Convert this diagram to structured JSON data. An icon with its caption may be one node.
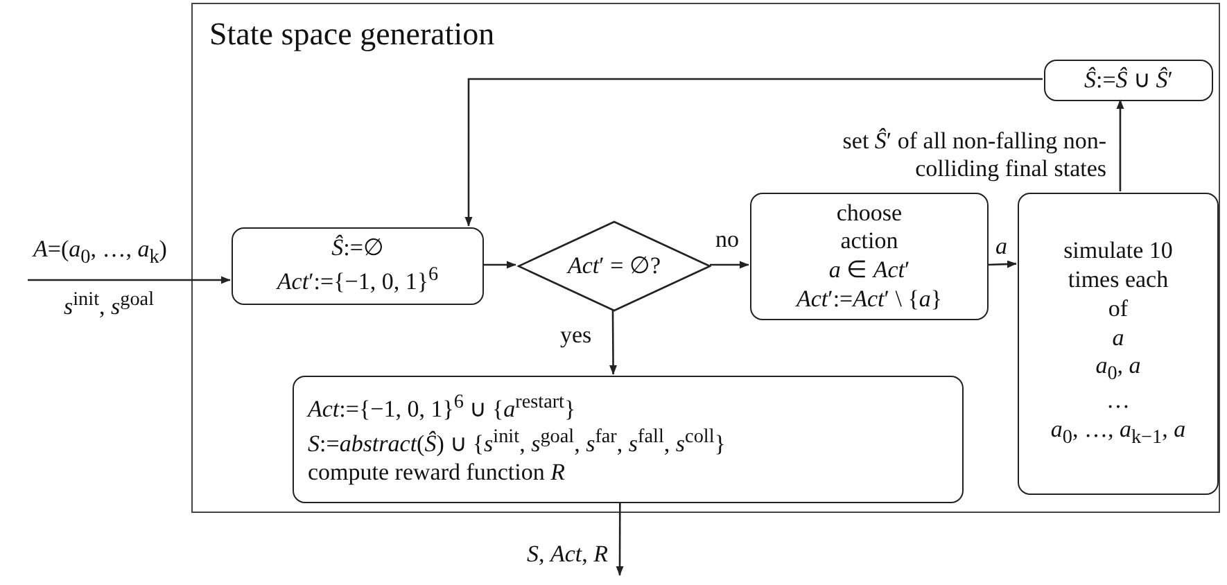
{
  "diagram": {
    "nodes": [
      {
        "text": [
          "State space generation"
        ]
      },
      {
        "text": [
          "*Ŝ*:=∅",
          "*Act*′:={−1, 0, 1}$^{6}$"
        ],
        "in": 0
      },
      {
        "text": [
          "*Act*′ = ∅?"
        ],
        "in": 0
      },
      {
        "text": [
          "choose action",
          "*a* ∈ *Act*′",
          "*Act*′:=*Act*′ \\ {*a*}"
        ],
        "in": 0
      },
      {
        "text": [
          "simulate 10 times each of",
          "*a*",
          "*a*$_{0}$, *a*",
          "…",
          "*a*$_{0}$, …, *a*$_{k−1}$, *a*"
        ],
        "in": 0
      },
      {
        "text": [
          "*Ŝ*:=*Ŝ* ∪ *Ŝ*′"
        ],
        "in": 0
      },
      {
        "text": [
          "*Act*:={−1, 0, 1}$^{6}$ ∪ {*a*$^{restart}$}",
          "*S*:=*abstract*(*Ŝ*) ∪ {*s*$^{init}$, *s*$^{goal}$, *s*$^{far}$, *s*$^{fall}$, *s*$^{coll}$}",
          "compute reward function *R*"
        ],
        "in": 0
      }
    ],
    "edges": [
      {
        "from": null,
        "to": 1,
        "arrow": "to",
        "label": "*A*=(*a*$_{0}$, …, *a*$_{k}$)"
      },
      {
        "from": 1,
        "to": 2,
        "arrow": "to"
      },
      {
        "from": 2,
        "to": 3,
        "arrow": "to",
        "label": "no"
      },
      {
        "from": 2,
        "to": 6,
        "arrow": "to",
        "label": "yes"
      },
      {
        "from": 3,
        "to": 4,
        "arrow": "to",
        "label": "*a*"
      },
      {
        "from": 4,
        "to": 5,
        "arrow": "to",
        "label": "set *Ŝ*′ of all non-falling non-colliding final states"
      },
      {
        "from": 5,
        "to": 1,
        "arrow": "to"
      },
      {
        "from": 6,
        "to": null,
        "arrow": "to",
        "label": "*S*, *Act*, *R*"
      }
    ],
    "labels": [
      "*s*$^{init}$, *s*$^{goal}$"
    ]
  }
}
